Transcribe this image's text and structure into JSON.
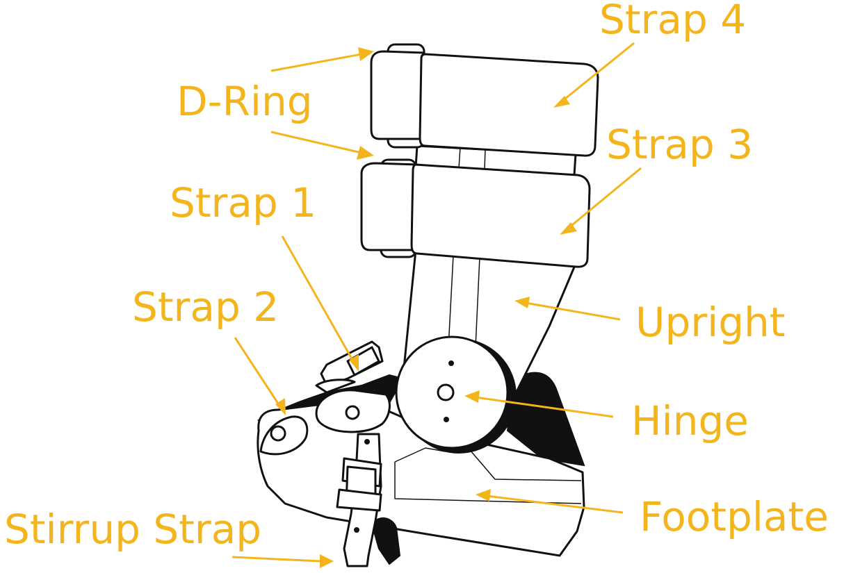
{
  "labels": {
    "strap4": "Strap 4",
    "dring": "D-Ring",
    "strap3": "Strap 3",
    "strap1": "Strap 1",
    "strap2": "Strap 2",
    "upright": "Upright",
    "hinge": "Hinge",
    "footplate": "Footplate",
    "stirrup": "Stirrup Strap"
  },
  "colors": {
    "label": "#F4B51C",
    "ink": "#111111",
    "background": "#ffffff"
  }
}
